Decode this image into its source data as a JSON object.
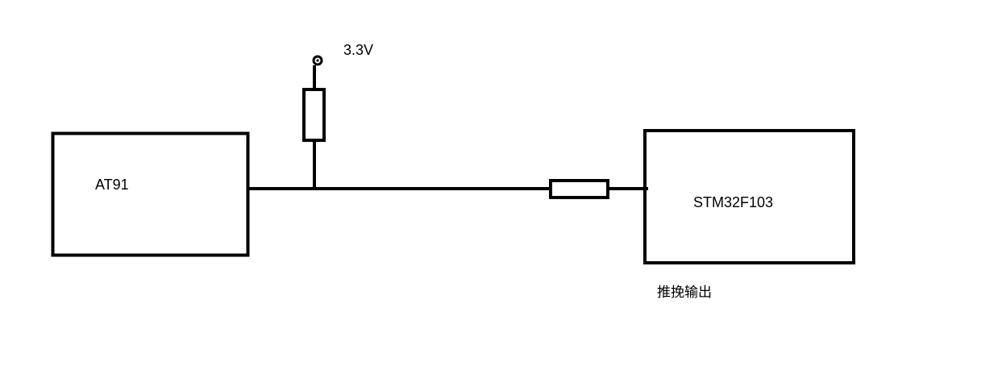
{
  "diagram": {
    "supply_label": "3.3V",
    "left_chip_label": "AT91",
    "right_chip_label": "STM32F103",
    "output_mode_label": "推挽输出",
    "stroke_color": "#000000",
    "background_color": "#ffffff"
  }
}
